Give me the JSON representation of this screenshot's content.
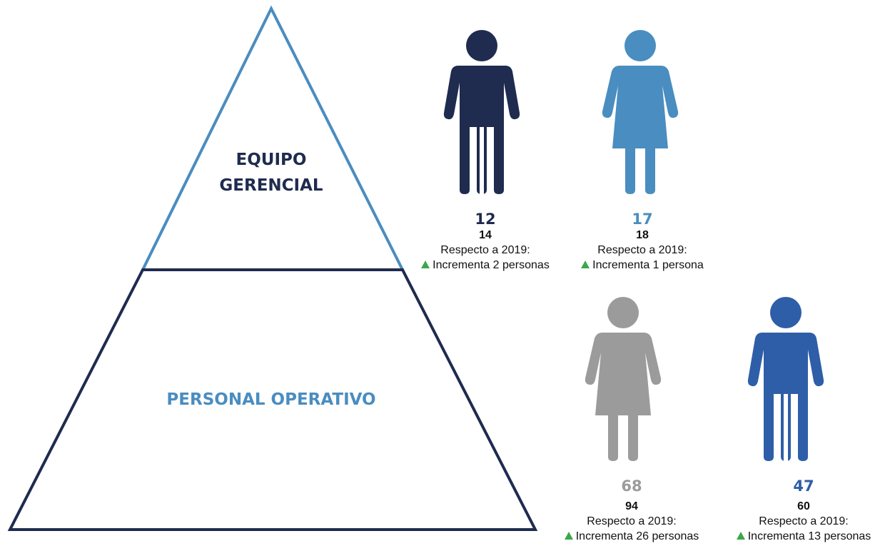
{
  "colors": {
    "dark_navy": "#1f2b4f",
    "light_blue": "#4a8dc0",
    "gray": "#9b9b9b",
    "blue": "#2f5ea8",
    "up_arrow": "#3aa84a"
  },
  "pyramid": {
    "top_label_line1": "EQUIPO",
    "top_label_line2": "GERENCIAL",
    "bottom_label": "PERSONAL OPERATIVO"
  },
  "groups": [
    {
      "icon": "man-icon",
      "current": "12",
      "total": "14",
      "label": "Respecto a 2019:",
      "change": "Incrementa 2 personas"
    },
    {
      "icon": "woman-icon",
      "current": "17",
      "total": "18",
      "label": "Respecto a 2019:",
      "change": "Incrementa 1 persona"
    },
    {
      "icon": "woman-icon",
      "current": "68",
      "total": "94",
      "label": "Respecto a 2019:",
      "change": "Incrementa 26 personas"
    },
    {
      "icon": "man-icon",
      "current": "47",
      "total": "60",
      "label": "Respecto a 2019:",
      "change": "Incrementa 13 personas"
    }
  ]
}
